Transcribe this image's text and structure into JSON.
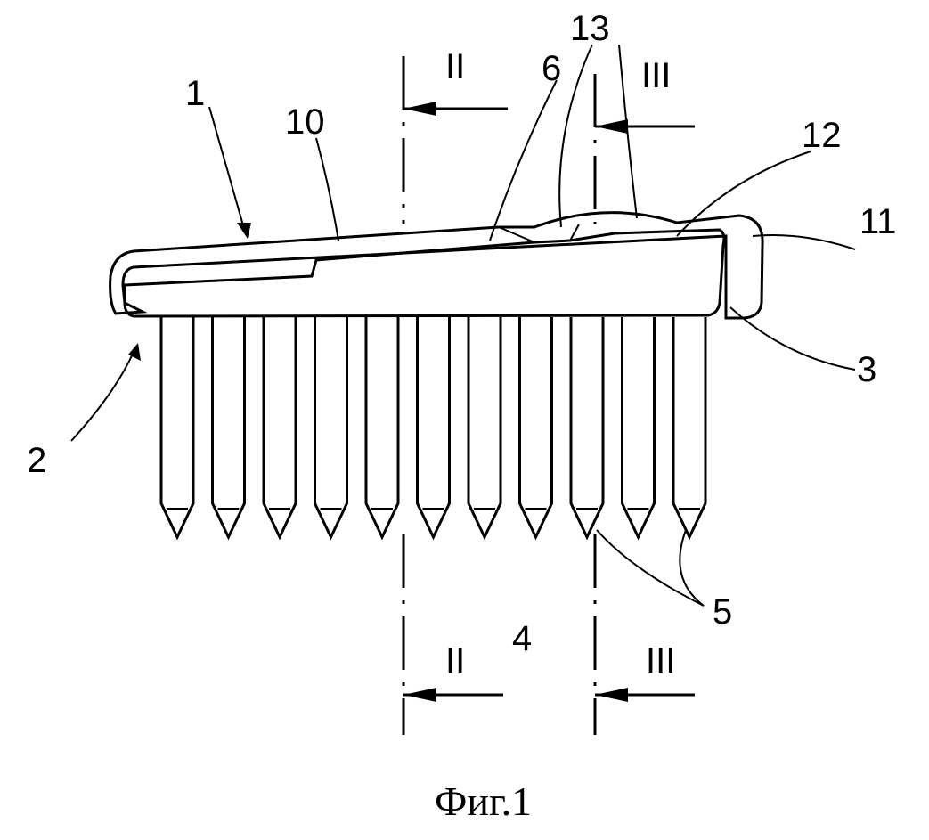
{
  "figure": {
    "caption": "Фиг.1",
    "labels": {
      "part_1": "1",
      "part_10": "10",
      "part_6": "6",
      "part_13": "13",
      "part_12": "12",
      "part_11": "11",
      "part_3": "3",
      "part_2": "2",
      "part_4": "4",
      "part_5": "5",
      "section_ii_top": "II",
      "section_ii_bottom": "II",
      "section_iii_top": "III",
      "section_iii_bottom": "III"
    },
    "nail_count": 11
  }
}
